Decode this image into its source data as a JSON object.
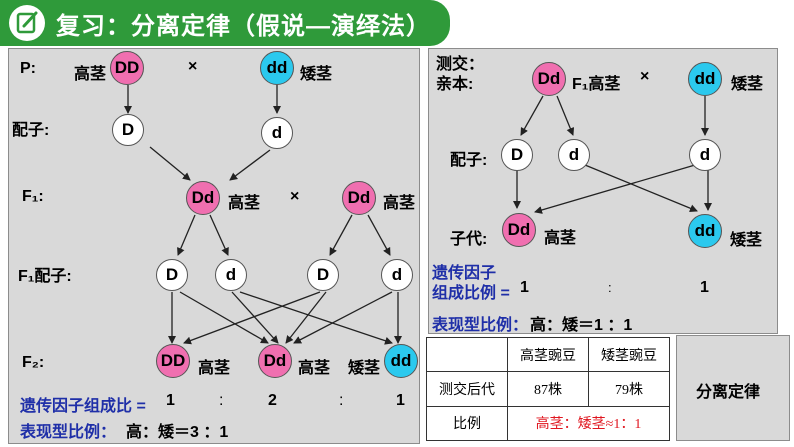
{
  "title": {
    "text": "复习：分离定律（假说—演绎法）"
  },
  "left": {
    "p_label": "P:",
    "p_tall_label": "高茎",
    "p_dd_big": "DD",
    "cross": "×",
    "p_dd_small": "dd",
    "p_short_label": "矮茎",
    "gamete_label": "配子:",
    "gamete_D": "D",
    "gamete_d": "d",
    "f1_label": "F₁:",
    "f1_a": "Dd",
    "f1_a_label": "高茎",
    "f1_cross": "×",
    "f1_b": "Dd",
    "f1_b_label": "高茎",
    "f1g_label": "F₁配子:",
    "f1g": [
      "D",
      "d",
      "D",
      "d"
    ],
    "f2_label": "F₂:",
    "f2_a": "DD",
    "f2_a_label": "高茎",
    "f2_b": "Dd",
    "f2_b_label": "高茎",
    "f2_c_label": "矮茎",
    "f2_c": "dd",
    "ratio1_label": "遗传因子组成比 =",
    "ratio1_vals": [
      "1",
      ":",
      "2",
      ":",
      "1"
    ],
    "ratio2_label": "表现型比例：",
    "ratio2_val": "高：矮＝3 ：1"
  },
  "right": {
    "test_label": "测交：",
    "parent_label": "亲本:",
    "parent_a": "Dd",
    "parent_a_label": "F₁高茎",
    "cross": "×",
    "parent_b": "dd",
    "parent_b_label": "矮茎",
    "gamete_label": "配子:",
    "gametes": [
      "D",
      "d",
      "d"
    ],
    "offspring_label": "子代:",
    "off_a": "Dd",
    "off_a_label": "高茎",
    "off_b": "dd",
    "off_b_label": "矮茎",
    "ratio1_label_1": "遗传因子",
    "ratio1_label_2": "组成比例 =",
    "ratio1_vals": [
      "1",
      ":",
      "1"
    ],
    "ratio2_label": "表现型比例：",
    "ratio2_val": "高：矮＝1 ：1"
  },
  "table": {
    "headers": [
      "",
      "高茎豌豆",
      "矮茎豌豆"
    ],
    "row1": [
      "测交后代",
      "87株",
      "79株"
    ],
    "row2_label": "比例",
    "row2_value": "高茎：矮茎≈1：1"
  },
  "law": {
    "text": "分离定律"
  },
  "colors": {
    "title_bg": "#2f9a3a",
    "pink": "#f06fb0",
    "cyan": "#2bc9ee",
    "blue_text": "#1f2fa8",
    "red_text": "#e0161f"
  }
}
